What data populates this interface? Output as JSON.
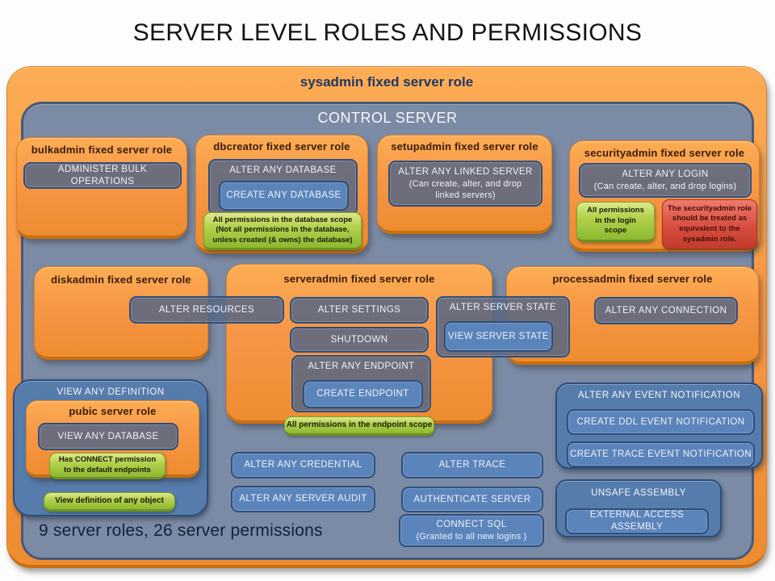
{
  "page": {
    "title": "SERVER LEVEL ROLES AND PERMISSIONS",
    "summary": "9 server roles, 26 server permissions"
  },
  "frame": {
    "sysadmin_label": "sysadmin fixed server role",
    "control_server_label": "CONTROL SERVER"
  },
  "roles": {
    "bulkadmin": {
      "title": "bulkadmin fixed server role",
      "administer_bulk_operations": "ADMINISTER BULK OPERATIONS"
    },
    "dbcreator": {
      "title": "dbcreator fixed server role",
      "alter_any_database": "ALTER ANY DATABASE",
      "create_any_database": "CREATE ANY DATABASE",
      "note_line1": "All permissions in the database scope",
      "note_line2": "(Not all permissions in the database,",
      "note_line3": "unless created (& owns) the database)"
    },
    "setupadmin": {
      "title": "setupadmin fixed server role",
      "alter_any_linked_server": "ALTER ANY LINKED SERVER",
      "linked_server_sub1": "(Can create, alter, and drop",
      "linked_server_sub2": "linked servers)"
    },
    "securityadmin": {
      "title": "securityadmin fixed server role",
      "alter_any_login": "ALTER ANY LOGIN",
      "login_sub": "(Can create, alter, and drop logins)",
      "login_scope_note": "All permissions in the login scope",
      "equivalence_note": "The securityadmin role should be treated as equivalent to the sysadmin role."
    },
    "diskadmin": {
      "title": "diskadmin fixed server role",
      "alter_resources": "ALTER RESOURCES"
    },
    "serveradmin": {
      "title": "serveradmin fixed server role",
      "alter_settings": "ALTER SETTINGS",
      "shutdown": "SHUTDOWN",
      "alter_any_endpoint": "ALTER ANY ENDPOINT",
      "create_endpoint": "CREATE ENDPOINT",
      "alter_server_state": "ALTER SERVER STATE",
      "view_server_state": "VIEW SERVER STATE",
      "endpoint_scope_note": "All permissions in the endpoint scope"
    },
    "processadmin": {
      "title": "processadmin fixed server role",
      "alter_any_connection": "ALTER ANY CONNECTION"
    },
    "public": {
      "view_any_definition": "VIEW ANY DEFINITION",
      "title": "pubic server role",
      "view_any_database": "VIEW ANY DATABASE",
      "connect_note_line1": "Has CONNECT permission",
      "connect_note_line2": "to the default endpoints",
      "view_definition_note": "View definition of any object"
    }
  },
  "permissions": {
    "alter_any_credential": "ALTER ANY CREDENTIAL",
    "alter_any_server_audit": "ALTER ANY SERVER AUDIT",
    "alter_trace": "ALTER TRACE",
    "authenticate_server": "AUTHENTICATE SERVER",
    "connect_sql": "CONNECT SQL",
    "connect_sql_sub": "(Granted to all new logins )",
    "alter_any_event_notification": "ALTER ANY EVENT NOTIFICATION",
    "create_ddl_event_notification": "CREATE DDL EVENT NOTIFICATION",
    "create_trace_event_notification": "CREATE TRACE EVENT NOTIFICATION",
    "unsafe_assembly": "UNSAFE ASSEMBLY",
    "external_access_assembly": "EXTERNAL ACCESS ASSEMBLY"
  },
  "colors": {
    "orange": "#F79646",
    "panel_blue": "#7C8BA5",
    "steel_blue": "#5B84BB",
    "navy_border": "#2E4E79",
    "green_note": "#9BBB59",
    "red_note": "#C0504D",
    "sysadmin_text": "#1F3864"
  }
}
